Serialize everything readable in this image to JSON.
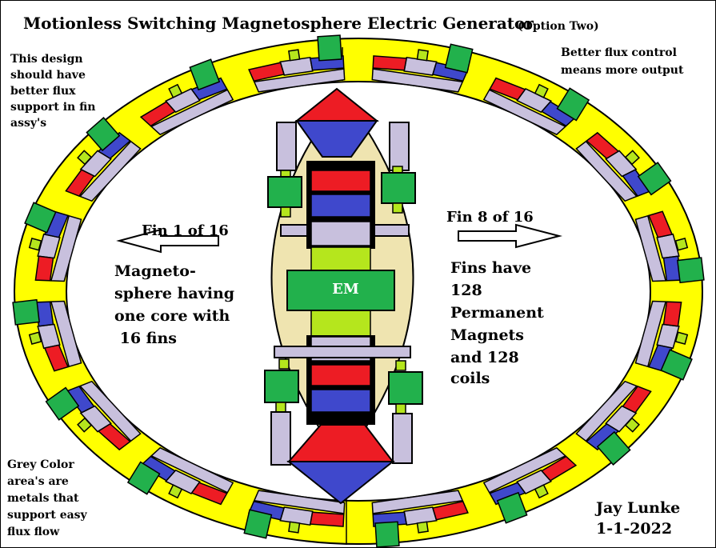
{
  "title": "Motionless Switching Magnetosphere Electric Generator",
  "option": "(Option Two)",
  "notes": {
    "top_left": [
      "This design",
      "should have",
      "better flux",
      "support in fin",
      "assy's"
    ],
    "top_right": [
      "Better flux control",
      "means more output"
    ],
    "bottom_left": [
      "Grey Color",
      "area's are",
      "metals that",
      "support easy",
      "flux flow"
    ]
  },
  "fin_left": "Fin 1 of 16",
  "fin_right": "Fin 8 of 16",
  "description_left": [
    "Magneto-",
    "sphere having",
    "one core with",
    " 16 fins"
  ],
  "description_right": [
    "Fins have",
    "128",
    "Permanent",
    "Magnets",
    "and 128",
    "coils"
  ],
  "em_label": "EM",
  "author": "Jay Lunke",
  "date": "1-1-2022",
  "colors": {
    "ring_yellow": "#ffff00",
    "metal_grey": "#c8c0dd",
    "magnet_red": "#ed1c24",
    "magnet_blue": "#3f48cc",
    "coil_green": "#22b14c",
    "connector_green": "#b5e61d",
    "sphere_tan": "#efe4b0"
  }
}
